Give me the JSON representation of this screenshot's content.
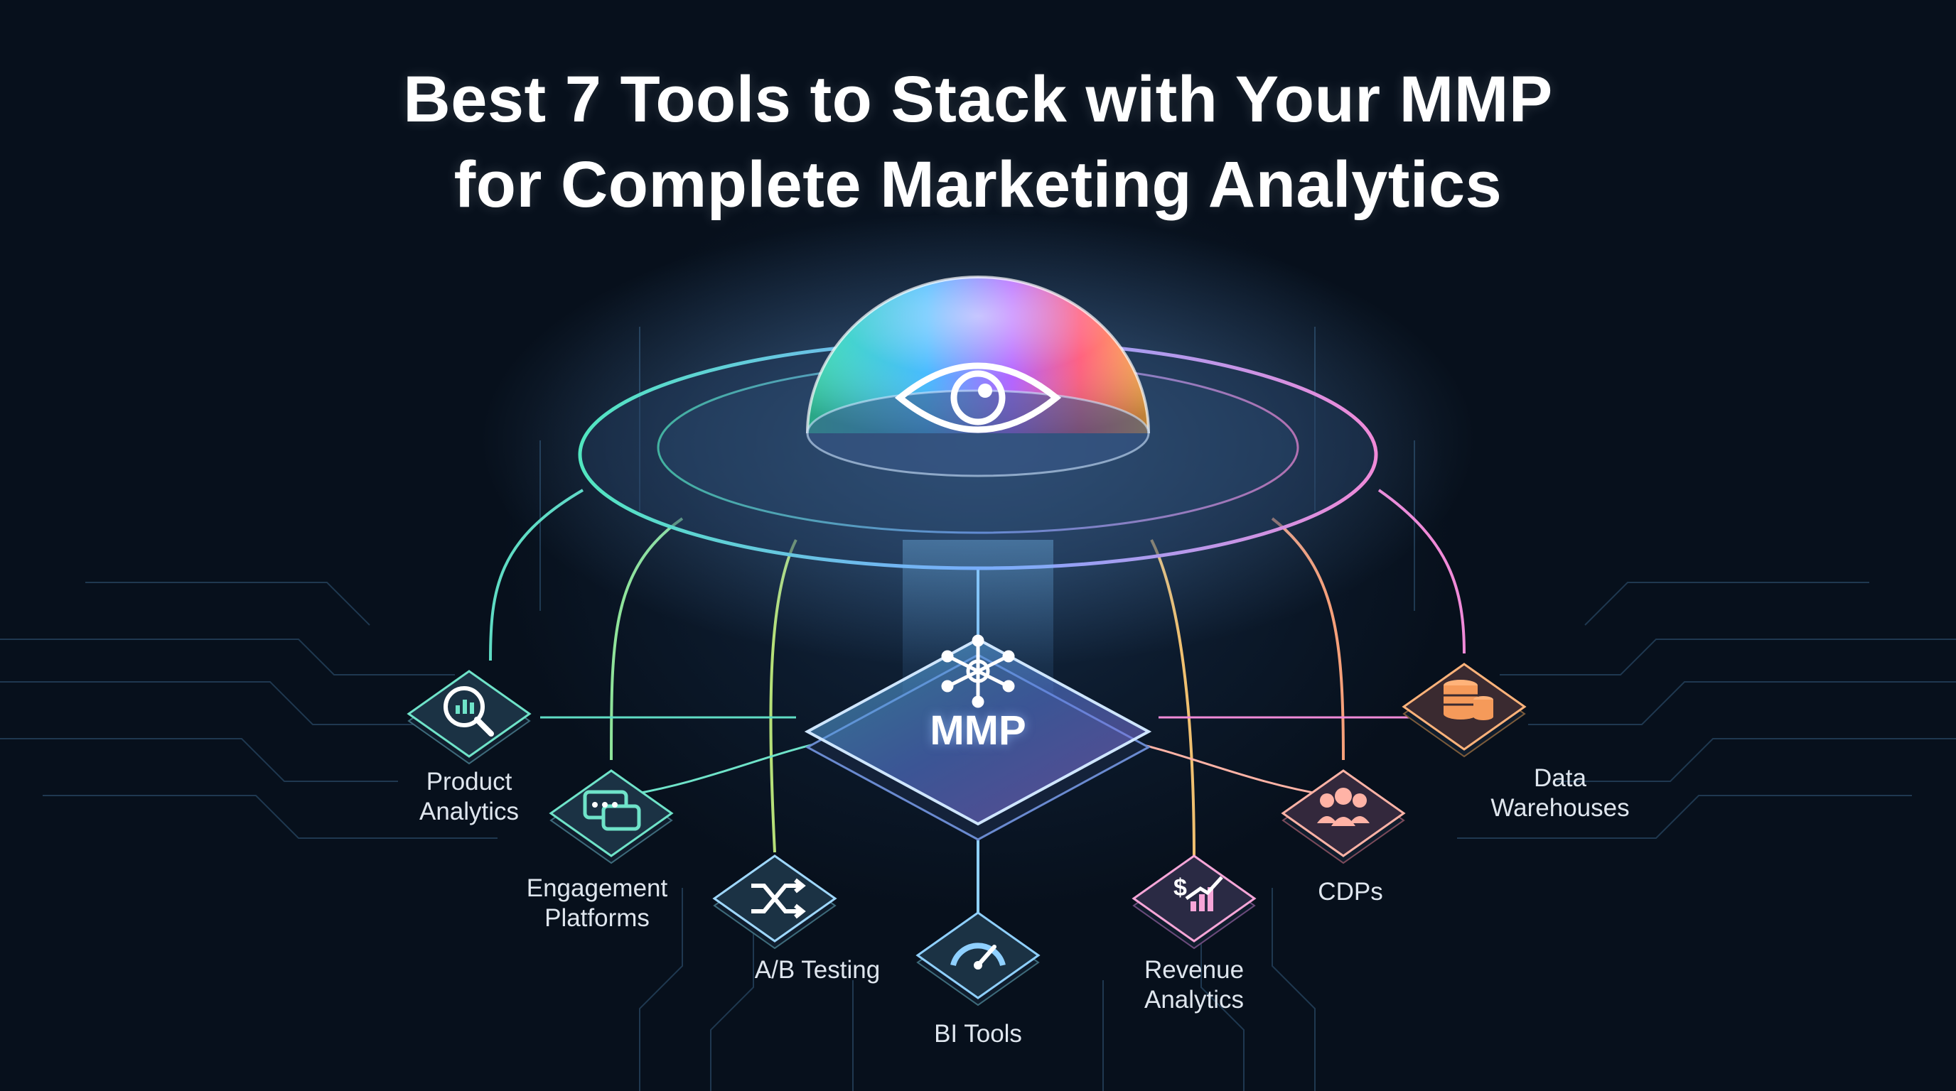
{
  "title": {
    "line1": "Best 7 Tools to Stack with Your MMP",
    "line2": "for Complete Marketing Analytics"
  },
  "hub": {
    "label": "MMP",
    "icon": "network-hub-icon"
  },
  "dome": {
    "icon": "eye-icon"
  },
  "tools": [
    {
      "id": "product-analytics",
      "line1": "Product",
      "line2": "Analytics",
      "icon": "magnifier-chart-icon",
      "color": "#6fe3c9"
    },
    {
      "id": "engagement-platforms",
      "line1": "Engagement",
      "line2": "Platforms",
      "icon": "chat-bubbles-icon",
      "color": "#6fe3c9"
    },
    {
      "id": "ab-testing",
      "line1": "A/B Testing",
      "line2": "",
      "icon": "shuffle-arrows-icon",
      "color": "#9fd8ff"
    },
    {
      "id": "bi-tools",
      "line1": "BI Tools",
      "line2": "",
      "icon": "gauge-icon",
      "color": "#8fd0ff"
    },
    {
      "id": "revenue-analytics",
      "line1": "Revenue",
      "line2": "Analytics",
      "icon": "dollar-growth-chart-icon",
      "color": "#f7a6d8"
    },
    {
      "id": "cdps",
      "line1": "CDPs",
      "line2": "",
      "icon": "people-group-icon",
      "color": "#ffb3a6"
    },
    {
      "id": "data-warehouses",
      "line1": "Data",
      "line2": "Warehouses",
      "icon": "database-stack-icon",
      "color": "#ffb37a"
    }
  ]
}
